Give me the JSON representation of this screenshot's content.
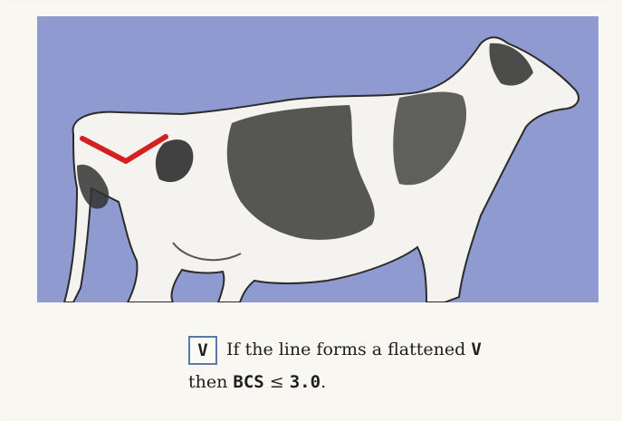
{
  "caption": {
    "badge": "V",
    "line1_text": "If the line forms a flattened ",
    "line1_emph": "V",
    "line2_prefix": "then ",
    "line2_metric": "BCS",
    "line2_op": " ≤ ",
    "line2_value": "3.0",
    "line2_suffix": "."
  },
  "colors": {
    "background": "#8f9bd0",
    "marker": "#d42020",
    "badge_border": "#5a79a8"
  },
  "illustration": {
    "subject": "cow-side-view",
    "marker_shape": "flattened-v-line"
  }
}
